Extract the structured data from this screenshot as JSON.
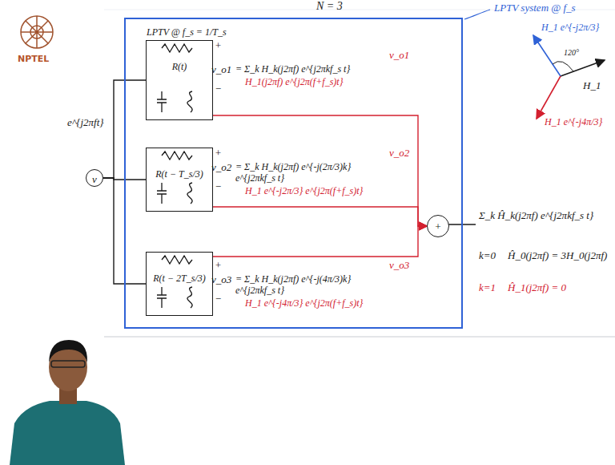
{
  "diagram": {
    "nodes": [
      {
        "text": [
          "v"
        ]
      },
      {
        "text": [
          "LPTV system @ f_s"
        ]
      },
      {
        "text": [
          "LPTV @ f_s = 1/T_s",
          "R(t)"
        ],
        "in": 1
      },
      {
        "text": [
          "R(t − T_s/3)"
        ],
        "in": 1
      },
      {
        "text": [
          "R(t − 2T_s/3)"
        ],
        "in": 1
      },
      {
        "text": [
          "+"
        ],
        "in": 1
      }
    ],
    "edges": [
      {
        "from": 0,
        "to": 2,
        "arrow": "none"
      },
      {
        "from": 0,
        "to": 3,
        "arrow": "none"
      },
      {
        "from": 0,
        "to": 4,
        "arrow": "none"
      },
      {
        "from": 2,
        "to": 5,
        "arrow": "to"
      },
      {
        "from": 3,
        "to": 5,
        "arrow": "to"
      },
      {
        "from": 4,
        "to": 5,
        "arrow": "to"
      }
    ],
    "labels": [
      "N = 3",
      "NPTEL",
      "e^{j2πft}",
      "+",
      "v_o1",
      "−",
      "= Σ_k H_k(j2πf) e^{j2πkf_s t}",
      "H_1(j2πf) e^{j2π(f+f_s)t}",
      "v_o1",
      "+",
      "v_o2",
      "−",
      "= Σ_k H_k(j2πf) e^{-j(2π/3)k} e^{j2πkf_s t}",
      "H_1 e^{-j2π/3} e^{j2π(f+f_s)t}",
      "v_o2",
      "+",
      "v_o3",
      "−",
      "= Σ_k H_k(j2πf) e^{-j(4π/3)k} e^{j2πkf_s t}",
      "H_1 e^{-j4π/3} e^{j2π(f+f_s)t}",
      "v_o3",
      "Σ_k Ĥ_k(j2πf) e^{j2πkf_s t}",
      "k=0",
      "Ĥ_0(j2πf) = 3H_0(j2πf)",
      "k=1",
      "Ĥ_1(j2πf) = 0",
      "H_1",
      "H_1 e^{-j2π/3}",
      "H_1 e^{-j4π/3}",
      "120°"
    ]
  }
}
